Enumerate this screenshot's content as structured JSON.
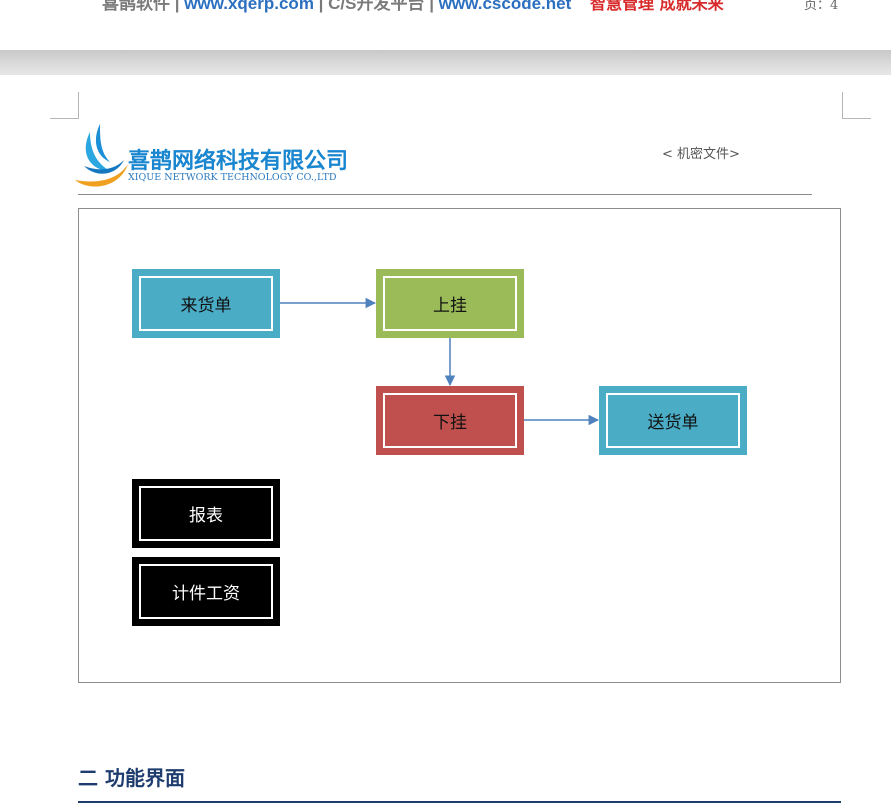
{
  "footer": {
    "brand": "喜鹊软件",
    "sep1": " | ",
    "url1": "www.xqerp.com",
    "sep2": " | C/S开发平台 | ",
    "url2": "www.cscode.net",
    "slogan": "智慧管理 成就未来",
    "page_label": "页：4"
  },
  "header": {
    "company_cn": "喜鹊网络科技有限公司",
    "company_en": "XIQUE NETWORK TECHNOLOGY CO.,LTD",
    "confidential": "< 机密文件>"
  },
  "diagram": {
    "nodes": {
      "incoming": "来货单",
      "hang_up": "上挂",
      "hang_down": "下挂",
      "delivery": "送货单",
      "report": "报表",
      "piece_wage": "计件工资"
    }
  },
  "section": {
    "heading": "二  功能界面"
  },
  "colors": {
    "blue_node": "#4bacc6",
    "green_node": "#9bbb59",
    "red_node": "#c0504d",
    "black_node": "#000000",
    "arrow": "#4f81bd",
    "heading": "#1f3c6e",
    "slogan": "#d82a2a",
    "link": "#2b6fc0"
  }
}
